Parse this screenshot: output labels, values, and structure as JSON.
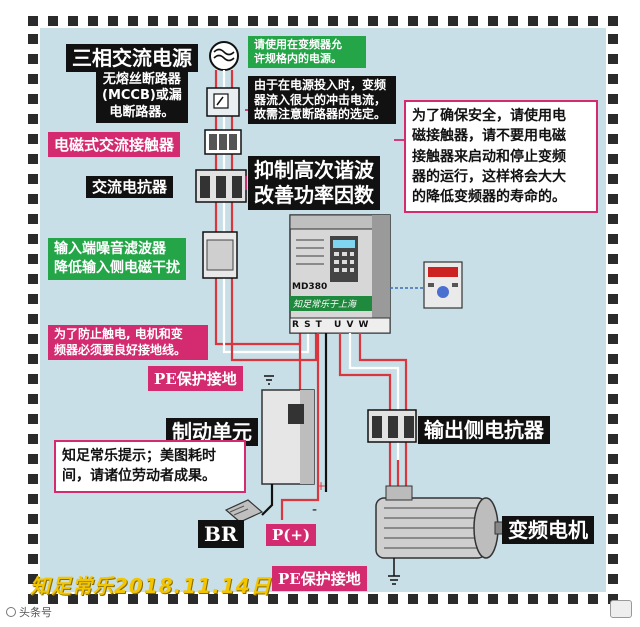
{
  "diagram": {
    "title_source": "三相交流电源",
    "breaker_desc": "无熔丝断路器\n(MCCB)或漏\n电断路器。",
    "top_note": "请使用在变频器允\n许规格内的电源。",
    "inrush_note": "由于在电源投入时，变频\n器流入很大的冲击电流，\n故需注意断路器的选定。",
    "contactor": "电磁式交流接触器",
    "safety_note": "为了确保安全，请使用电\n磁接触器，请不要用电磁\n接触器来启动和停止变频\n器的运行，这样将会大大\n的降低变频器的寿命的。",
    "input_reactor": "交流电抗器",
    "harmonic": "抑制高次谐波\n改善功率因数",
    "filter": "输入端噪音滤波器\n降低输入侧电磁干扰",
    "vfd_model": "MD380",
    "vfd_stamp": "知足常乐于上海",
    "rst": "R S T",
    "uvw": "U V W",
    "shock_note": "为了防止触电, 电机和变\n频器必须要良好接地线。",
    "pe_ground_1": "PE保护接地",
    "braking_unit": "制动单元",
    "output_reactor": "输出侧电抗器",
    "tip_note": "知足常乐提示；美图耗时\n间，请诸位劳动者成果。",
    "br": "BR",
    "p_plus": "P(+)",
    "motor": "变频电机",
    "pe_ground_2": "PE保护接地",
    "watermark": "知足常乐2018.11.14日",
    "source_tag": "头条号"
  },
  "colors": {
    "panel": "#c9dfe7",
    "wire_red": "#d9363e",
    "label_green": "#24a548",
    "label_pink": "#d42a6f",
    "label_black": "#111111"
  }
}
